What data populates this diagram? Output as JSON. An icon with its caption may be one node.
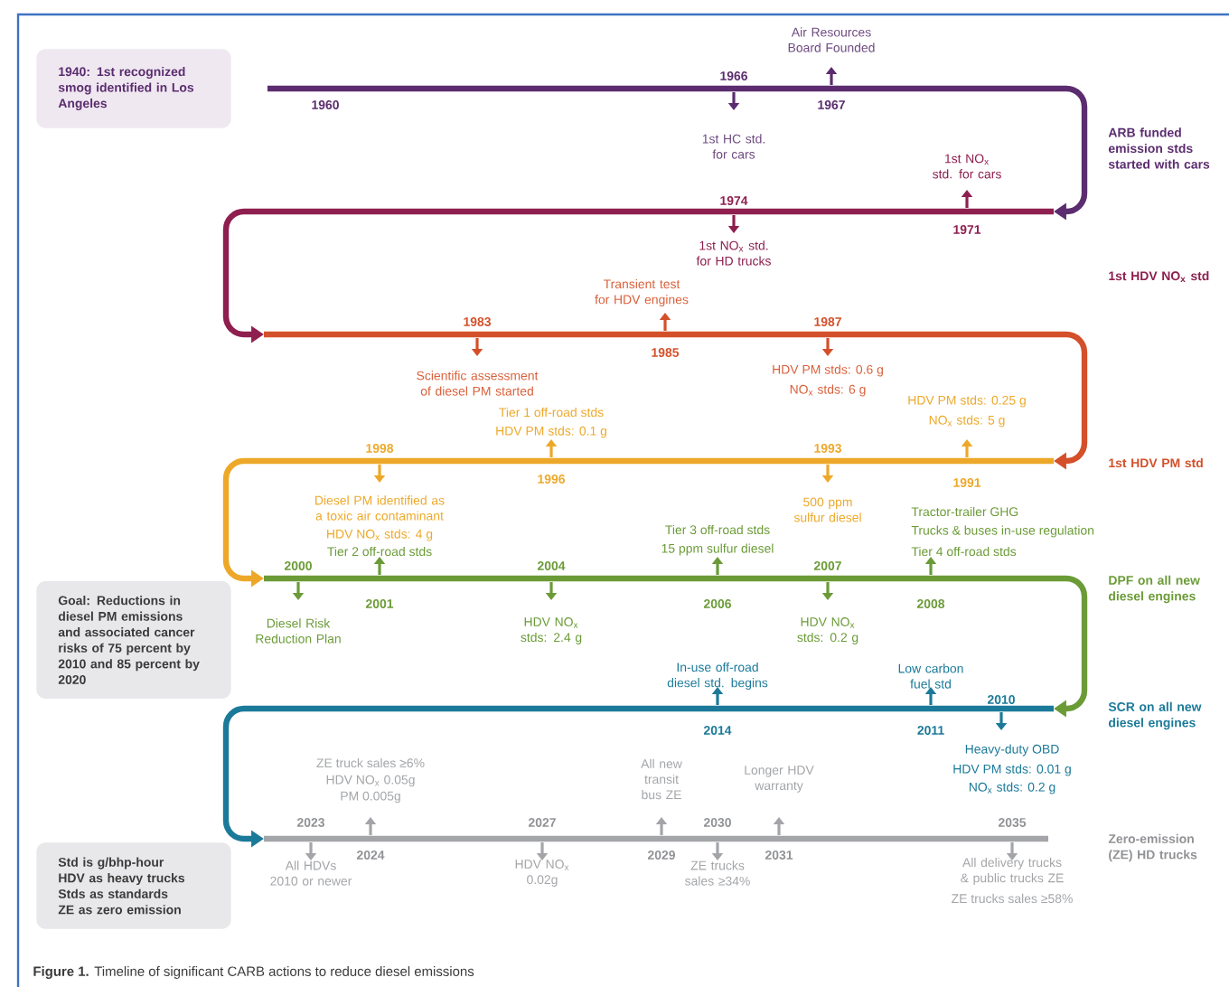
{
  "diagram": {
    "caption": "**Figure 1.** Timeline of significant CARB actions to reduce diesel emissions",
    "nodes": [
      {
        "text": [
          "1940: 1st recognized smog identified in Los Angeles"
        ]
      },
      {
        "text": [
          "Goal: Reductions in diesel PM emissions and associated cancer risks of 75 percent by 2010 and 85 percent by 2020"
        ]
      },
      {
        "text": [
          "Std is g/bhp-hour",
          "HDV as heavy trucks",
          "Stds as standards",
          "ZE as zero emission"
        ]
      }
    ],
    "labels": [
      "Air Resources Board Founded",
      "1966",
      "1960",
      "1967",
      "1st HC std. for cars",
      "ARB funded emission stds started with cars",
      "1st NO$_{x}$ std. for cars",
      "1974",
      "1971",
      "1st NO$_{x}$ std. for HD trucks",
      "1st HDV NO$_{x}$ std",
      "Transient test for HDV engines",
      "1983",
      "1987",
      "1985",
      "Scientific assessment of diesel PM started",
      "HDV PM stds: 0.6 g",
      "NO$_{x}$ stds: 6 g",
      "Tier 1 off-road stds",
      "HDV PM stds: 0.1 g",
      "HDV PM stds: 0.25 g",
      "NO$_{x}$ stds: 5 g",
      "1998",
      "1993",
      "1st HDV PM std",
      "1996",
      "1991",
      "Diesel PM identified as a toxic air contaminant",
      "500 ppm sulfur diesel",
      "Tractor-trailer GHG",
      "HDV NO$_{x}$ stds: 4 g",
      "Tier 3 off-road stds",
      "Trucks & buses in-use regulation",
      "Tier 2 off-road stds",
      "15 ppm sulfur diesel",
      "Tier 4 off-road stds",
      "2000",
      "2004",
      "2007",
      "DPF on all new diesel engines",
      "2001",
      "2006",
      "2008",
      "Diesel Risk Reduction Plan",
      "HDV NO$_{x}$ stds: 2.4 g",
      "HDV NO$_{x}$ stds: 0.2 g",
      "In-use off-road diesel std. begins",
      "Low carbon fuel std",
      "2010",
      "SCR on all new diesel engines",
      "2014",
      "2011",
      "Heavy-duty OBD",
      "HDV PM stds: 0.01 g",
      "NO$_{x}$ stds: 0.2 g",
      "ZE truck sales ≥6%",
      "HDV NO$_{x}$ 0.05g",
      "PM 0.005g",
      "All new transit bus ZE",
      "Longer HDV warranty",
      "2023",
      "2027",
      "2030",
      "2035",
      "Zero-emission (ZE) HD trucks",
      "2024",
      "2029",
      "2031",
      "All HDVs 2010 or newer",
      "HDV NO$_{x}$ 0.02g",
      "ZE trucks sales ≥34%",
      "All delivery trucks & public trucks ZE",
      "ZE trucks sales ≥58%"
    ]
  }
}
